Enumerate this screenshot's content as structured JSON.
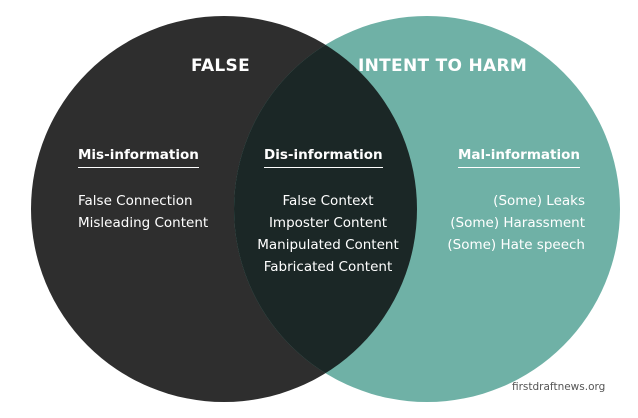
{
  "colors": {
    "false_circle": "#2e2e2e",
    "intent_circle": "#6fb1a6",
    "overlap": "#1b2726",
    "text": "#ffffff",
    "source_text": "#555555"
  },
  "sets": {
    "false_title": "FALSE",
    "intent_title": "INTENT TO HARM"
  },
  "regions": {
    "mis": {
      "heading": "Mis-information",
      "items": [
        "False Connection",
        "Misleading Content"
      ]
    },
    "dis": {
      "heading": "Dis-information",
      "items": [
        "False Context",
        "Imposter Content",
        "Manipulated Content",
        "Fabricated Content"
      ]
    },
    "mal": {
      "heading": "Mal-information",
      "items": [
        "(Some) Leaks",
        "(Some) Harassment",
        "(Some) Hate speech"
      ]
    }
  },
  "source": "firstdraftnews.org"
}
